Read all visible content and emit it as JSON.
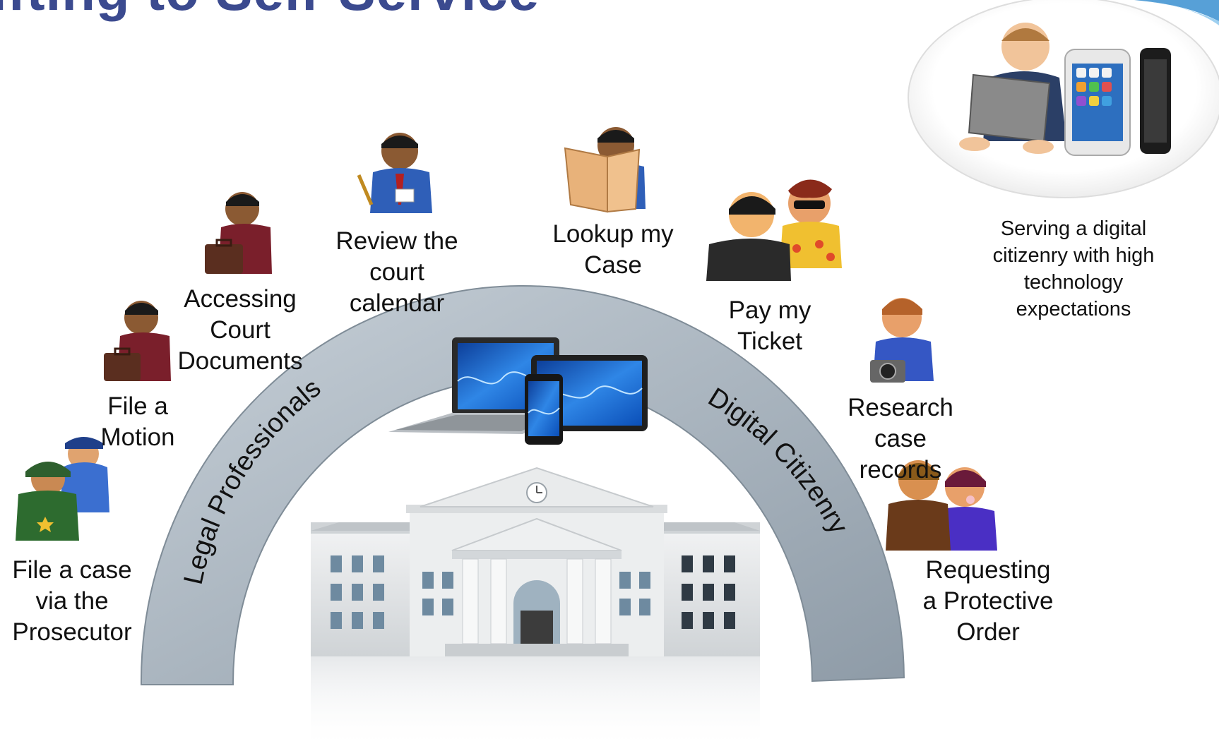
{
  "title": "ifting to Self-Service",
  "arch_labels": {
    "left": "Legal Professionals",
    "right": "Digital Citizenry"
  },
  "labels": {
    "file_case": [
      "File a case",
      "via the",
      "Prosecutor"
    ],
    "file_motion": [
      "File a",
      "Motion"
    ],
    "accessing_docs": [
      "Accessing",
      "Court",
      "Documents"
    ],
    "review_calendar": [
      "Review the",
      "court",
      "calendar"
    ],
    "lookup_case": [
      "Lookup my",
      "Case"
    ],
    "pay_ticket": [
      "Pay my",
      "Ticket"
    ],
    "research_records": [
      "Research",
      "case",
      "records"
    ],
    "protective_order": [
      "Requesting",
      "a Protective",
      "Order"
    ]
  },
  "digital_caption": [
    "Serving a digital",
    "citizenry with high",
    "technology",
    "expectations"
  ],
  "colors": {
    "title": "#3b4a8f",
    "arch": "#a8b4bf",
    "arch_dark": "#8c99a6",
    "building": "#e2e4e6",
    "screen": "#1e6fd1"
  },
  "icons": [
    "police-officers-icon",
    "lawyer-briefcase-icon",
    "clerk-icon",
    "newspaper-reader-icon",
    "tourists-icon",
    "photographer-icon",
    "couple-icon",
    "courthouse-icon",
    "devices-icon",
    "child-laptop-phone-photo"
  ]
}
